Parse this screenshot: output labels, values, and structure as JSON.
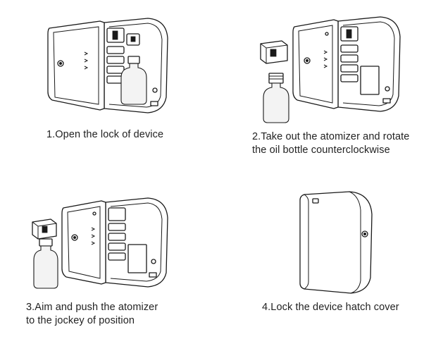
{
  "steps": [
    {
      "number": "1",
      "lines": [
        "1.Open the lock of device"
      ]
    },
    {
      "number": "2",
      "lines": [
        "2.Take out the atomizer and rotate",
        "the oil bottle counterclockwise"
      ]
    },
    {
      "number": "3",
      "lines": [
        "3.Aim and push the atomizer",
        "to the jockey of position"
      ]
    },
    {
      "number": "4",
      "lines": [
        "4.Lock the device hatch cover"
      ]
    }
  ],
  "colors": {
    "line": "#1a1a1a",
    "background": "#ffffff",
    "text": "#222222"
  }
}
